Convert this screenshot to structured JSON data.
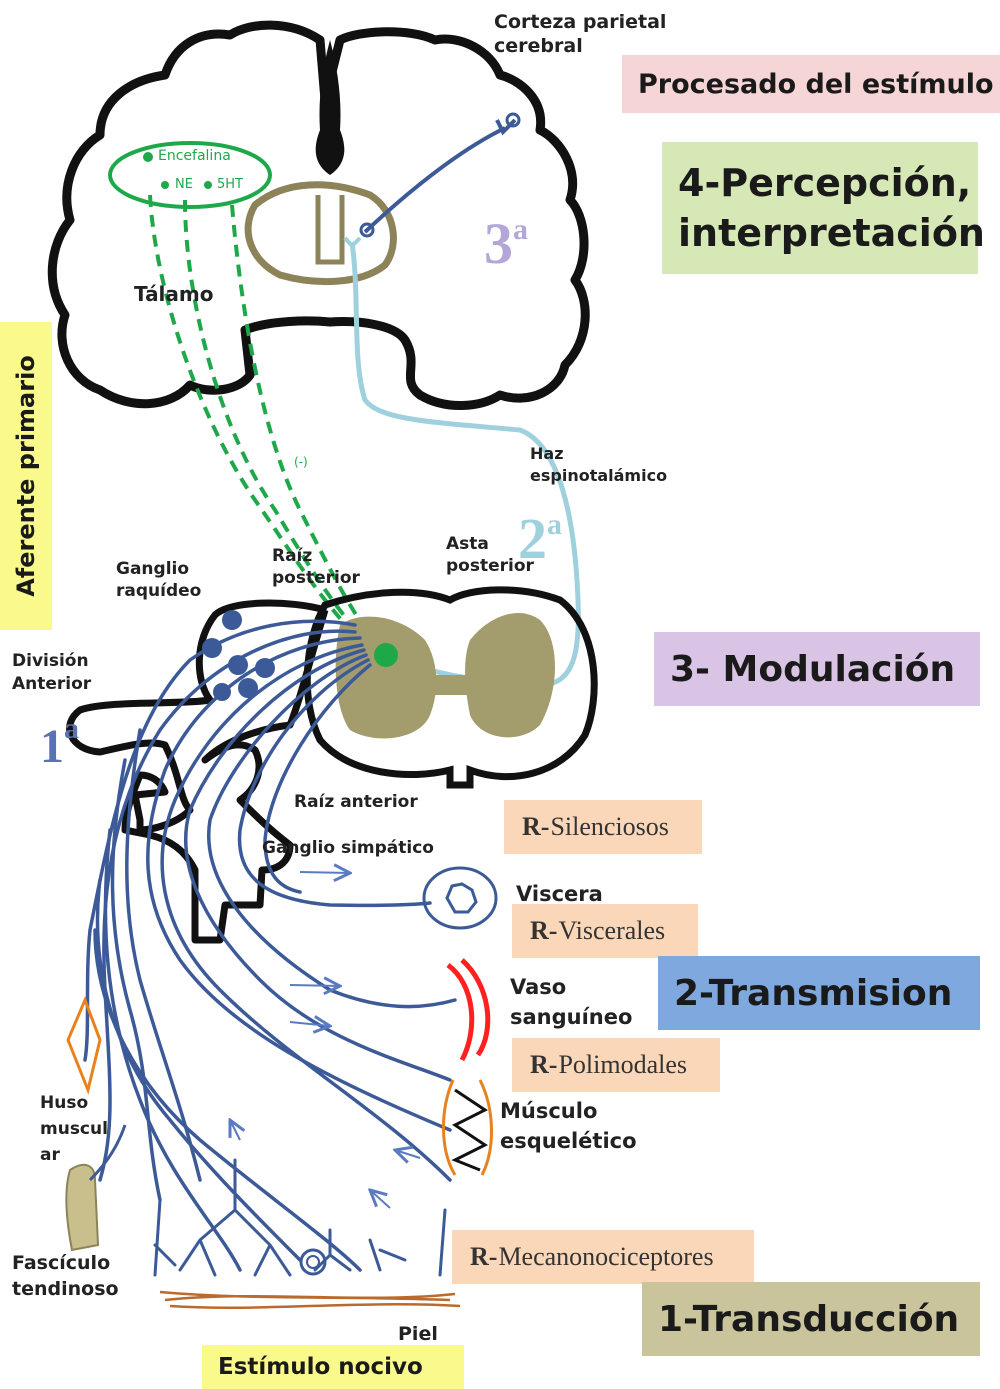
{
  "stages": {
    "procesado": "Procesado del estímulo",
    "percepcion_l1": "4-Percepción,",
    "percepcion_l2": "interpretación",
    "modulacion": "3- Modulación",
    "transmision": "2-Transmision",
    "transduccion": "1-Transducción",
    "estimulo": "Estímulo nocivo",
    "aferente": "Aferente primario"
  },
  "receptors": {
    "prefix": "R-",
    "silenciosos": "Silenciosos",
    "viscerales": "Viscerales",
    "polimodales": "Polimodales",
    "mecanonociceptores": "Mecanonociceptores"
  },
  "ordinals": {
    "third": "3",
    "second": "2",
    "first": "1",
    "sup": "a"
  },
  "labels": {
    "corteza_l1": "Corteza parietal",
    "corteza_l2": "cerebral",
    "encefalina": "Encefalina",
    "ne": "NE",
    "sht": "5HT",
    "talamo": "Tálamo",
    "inhibicion": "(-)",
    "haz_l1": "Haz",
    "haz_l2": "espinotalámico",
    "ganglio_l1": "Ganglio",
    "ganglio_l2": "raquídeo",
    "raiz_post_l1": "Raíz",
    "raiz_post_l2": "posterior",
    "asta_l1": "Asta",
    "asta_l2": "posterior",
    "division_l1": "División",
    "division_l2": "Anterior",
    "raiz_anterior": "Raíz anterior",
    "ganglio_simpatico": "Ganglio simpático",
    "viscera": "Viscera",
    "vaso_l1": "Vaso",
    "vaso_l2": "sanguíneo",
    "musculo_l1": "Músculo",
    "musculo_l2": "esquelético",
    "huso_l1": "Huso",
    "huso_l2": "muscul",
    "huso_l3": "ar",
    "fasciculo_l1": "Fascículo",
    "fasciculo_l2": "tendinoso",
    "piel": "Piel"
  },
  "colors": {
    "procesado": "#f5d5d5",
    "percepcion": "#d5e8b5",
    "modulacion": "#d9c4e6",
    "transmision": "#7ea8de",
    "transduccion": "#c9c49c",
    "receptor": "#fad7b8",
    "estimulo": "#fafa8c",
    "nerve": "#3d5a98",
    "spinothalamic": "#9fd0de",
    "descending": "#1fa84a",
    "gray_matter": "#a39c6d"
  }
}
